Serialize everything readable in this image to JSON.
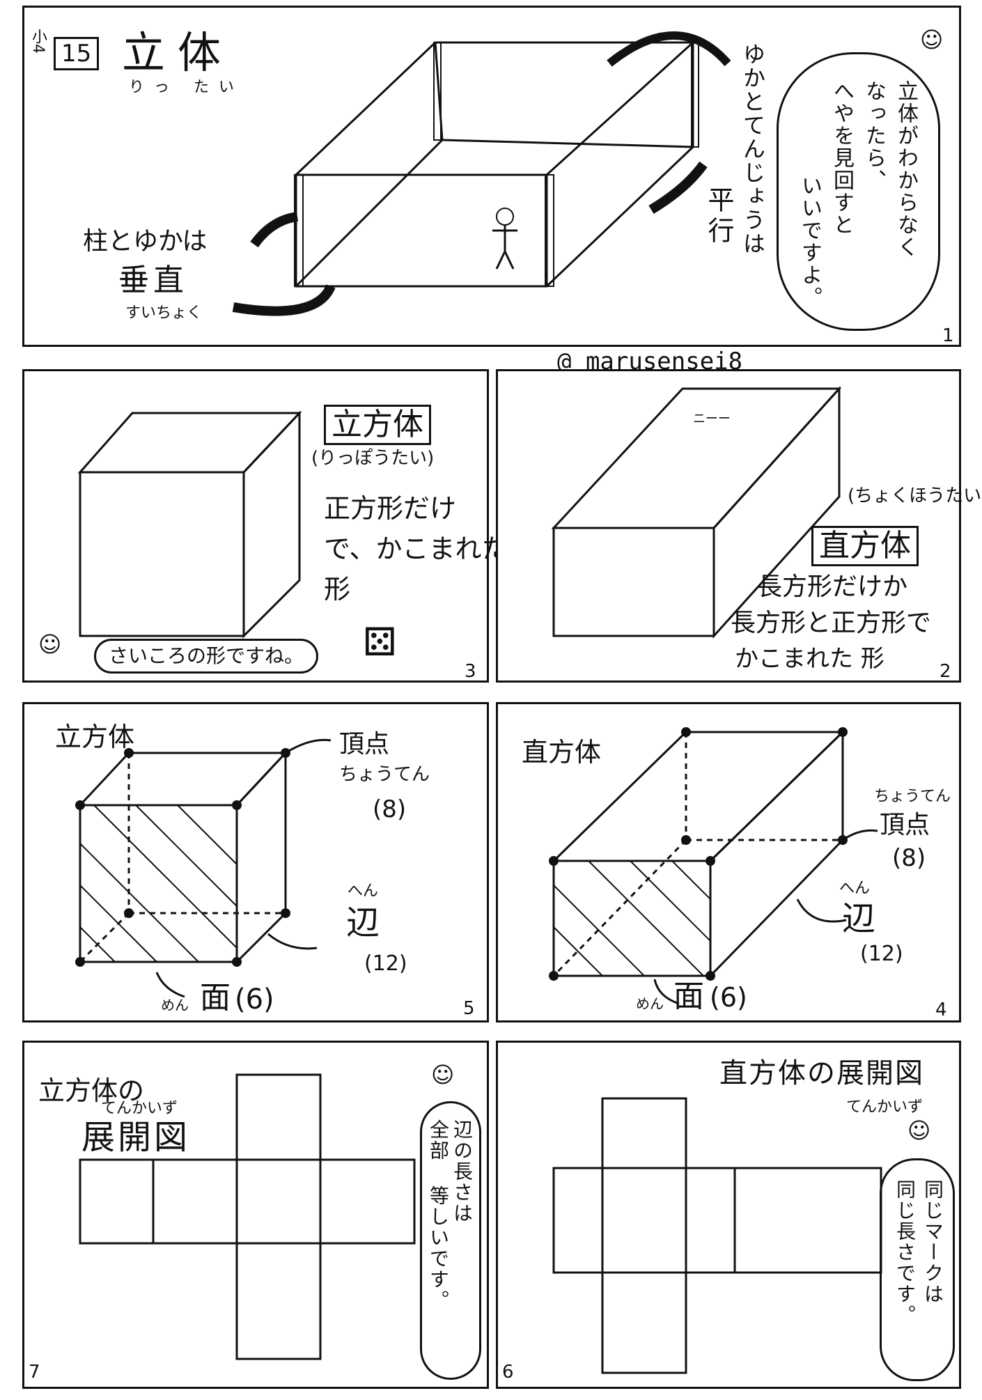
{
  "handle": "@ marusensei8",
  "panel1": {
    "grade_label": "小4",
    "lesson_number": "15",
    "title": "立体",
    "title_reading": "りっ たい",
    "label_pillar": "柱とゆかは",
    "label_perpendicular": "垂直",
    "label_perpendicular_reading": "すいちょく",
    "label_parallel_vertical": "ゆかとてんじょうは",
    "label_parallel": "平行",
    "speech": [
      "立体がわからなく",
      "なったら、",
      "へやを見回すと",
      "いいですよ。"
    ],
    "number": "1"
  },
  "panel2": {
    "reading": "(ちょくほうたい)",
    "title": "直方体",
    "desc": [
      "長方形だけか",
      "長方形と正方形で",
      "かこまれた 形"
    ],
    "top_marks": "ニーー",
    "number": "2"
  },
  "panel3": {
    "title": "立方体",
    "reading": "(りっぽうたい)",
    "desc": [
      "正方形だけ",
      "で、かこまれた",
      "形"
    ],
    "speech": "さいころの形ですね。",
    "number": "3"
  },
  "panel4": {
    "title": "直方体",
    "vertex_reading": "ちょうてん",
    "vertex": "頂点",
    "vertex_count": "(8)",
    "edge_reading": "へん",
    "edge": "辺",
    "edge_count": "(12)",
    "face_reading": "めん",
    "face": "面",
    "face_count": "(6)",
    "number": "4"
  },
  "panel5": {
    "title": "立方体",
    "vertex": "頂点",
    "vertex_reading": "ちょうてん",
    "vertex_count": "(8)",
    "edge_reading": "へん",
    "edge": "辺",
    "edge_count": "(12)",
    "face_reading": "めん",
    "face": "面",
    "face_count": "(6)",
    "number": "5"
  },
  "panel6": {
    "title": "直方体の展開図",
    "title_reading": "てんかいず",
    "speech": [
      "同じマークは",
      "同じ長さです。"
    ],
    "number": "6"
  },
  "panel7": {
    "title_line1": "立方体の",
    "title_reading": "てんかいず",
    "title_line2": "展開図",
    "speech": [
      "辺の長さは",
      "全部 等しいです。"
    ],
    "number": "7"
  }
}
